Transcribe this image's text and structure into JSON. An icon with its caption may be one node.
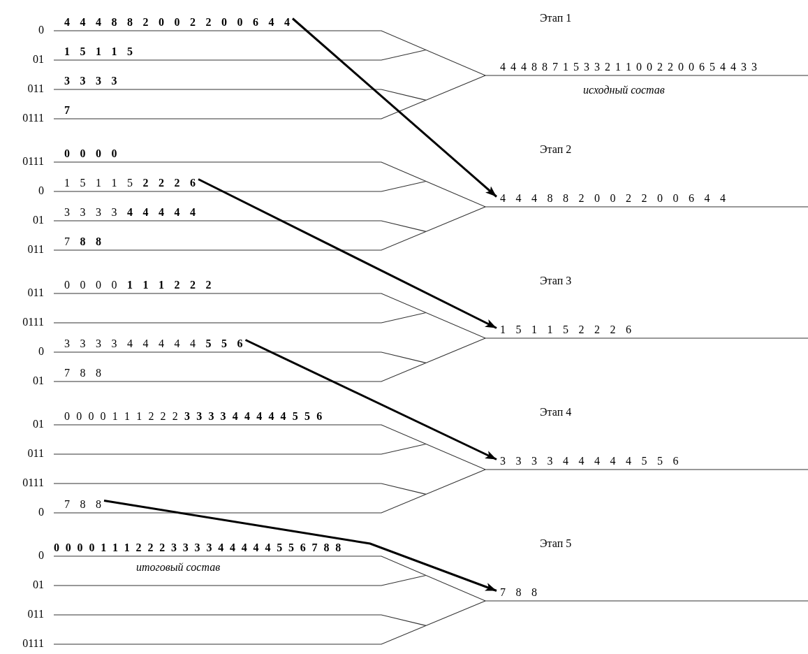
{
  "diagram": {
    "nodes": [
      {
        "text": [
          "4 4 4 8 8 2 0 0 2 2 0 0 6 4 4"
        ]
      },
      {
        "text": [
          "4 4 4 8 8 2 0 0 2 2 0 0 6 4 4"
        ]
      },
      {
        "text": [
          "1 5 1 1 5 **2 2 2 6**"
        ]
      },
      {
        "text": [
          "1 5 1 1 5 2 2 2 6"
        ]
      },
      {
        "text": [
          "3 3 3 3 4 4 4 4 4 **5 5 6**"
        ]
      },
      {
        "text": [
          "3 3 3 3 4 4 4 4 4 5 5 6"
        ]
      },
      {
        "text": [
          "7 8 8"
        ]
      },
      {
        "text": [
          "7 8 8"
        ]
      }
    ],
    "edges": [
      {
        "from": 0,
        "to": 1,
        "arrow": "to"
      },
      {
        "from": 2,
        "to": 3,
        "arrow": "to"
      },
      {
        "from": 4,
        "to": 5,
        "arrow": "to"
      },
      {
        "from": 6,
        "to": 7,
        "arrow": "to"
      }
    ],
    "labels": [
      "Этап 1",
      "0",
      "01",
      "1 5 1 1 5",
      "011",
      "3 3 3 3",
      "0111",
      "7",
      "4 4 4 8 8 7 1 5 3 3 2 1 1 0 0 2 2 0 0 6 5 4 4 3 3",
      "исходный состав",
      "Этап 2",
      "0111",
      "0 0 0 0",
      "0",
      "01",
      "3 3 3 3 **4 4 4 4 4**",
      "011",
      "7 **8 8**",
      "Этап 3",
      "011",
      "0 0 0 0 **1 1 1 2 2 2**",
      "0111",
      "0",
      "01",
      "7 8 8",
      "Этап 4",
      "01",
      "0 0 0 0 1 1 1 2 2 2 **3 3 3 3 4 4 4 4 4 5 5 6**",
      "011",
      "0111",
      "0",
      "Этап 5",
      "0",
      "0 0 0 0 1 1 1 2 2 2 3 3 3 3 4 4 4 4 4 5 5 6 7 8 8",
      "итоговый состав",
      "01",
      "011",
      "0111"
    ]
  }
}
